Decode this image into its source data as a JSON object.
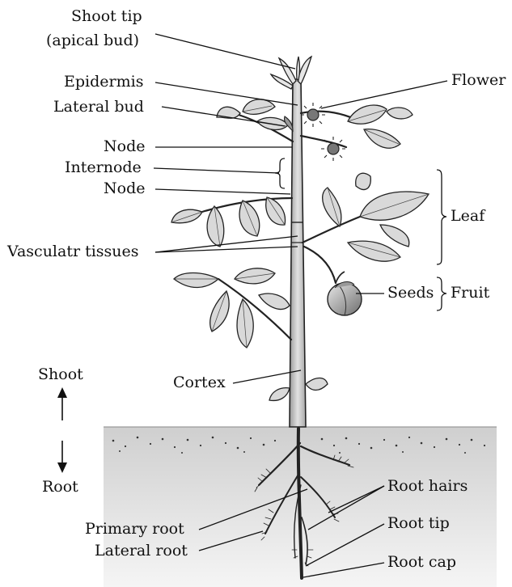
{
  "labels": {
    "shoot_tip": "Shoot tip",
    "apical_bud": "(apical bud)",
    "epidermis": "Epidermis",
    "lateral_bud": "Lateral bud",
    "node_upper": "Node",
    "internode": "Internode",
    "node_lower": "Node",
    "vascular_tissues": "Vasculatr tissues",
    "flower": "Flower",
    "leaf": "Leaf",
    "seeds": "Seeds",
    "fruit": "Fruit",
    "shoot": "Shoot",
    "root": "Root",
    "cortex": "Cortex",
    "root_hairs": "Root hairs",
    "primary_root": "Primary root",
    "root_tip": "Root tip",
    "lateral_root": "Lateral root",
    "root_cap": "Root cap"
  },
  "colors": {
    "ink": "#111111",
    "stem": "#c8c8c8",
    "leaf": "#d9d9d9",
    "soil": "#d4d4d4",
    "soil_fade": "#f4f4f4"
  }
}
